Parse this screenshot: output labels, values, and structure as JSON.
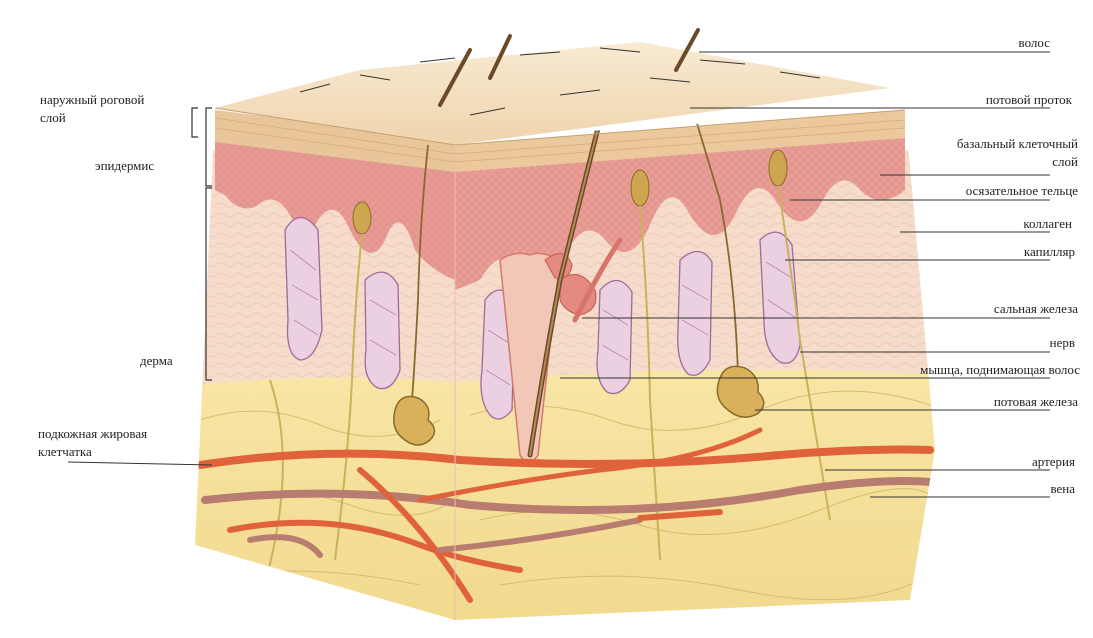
{
  "labels": {
    "volos": "волос",
    "outer_layer_1": "наружный роговой",
    "outer_layer_2": "слой",
    "sweat_duct": "потовой проток",
    "epidermis": "эпидермис",
    "basal_1": "базальный клеточный",
    "basal_2": "слой",
    "touch_corpuscle": "осязательное тельце",
    "collagen": "коллаген",
    "capillary": "капилляр",
    "sebaceous_gland": "сальная железа",
    "nerve": "нерв",
    "dermis": "дерма",
    "erector_muscle": "мышца, поднимающая волос",
    "sweat_gland": "потовая железа",
    "subcutaneous_1": "подкожная жировая",
    "subcutaneous_2": "клетчатка",
    "artery": "артерия",
    "vein": "вена"
  },
  "colors": {
    "stratum_corneum": "#e8c69a",
    "epidermis": "#e89a95",
    "dermis": "#f6dccb",
    "fat": "#f7e3a3",
    "artery": "#e0623a",
    "vein": "#b97c70",
    "hair": "#6b4a2a"
  }
}
